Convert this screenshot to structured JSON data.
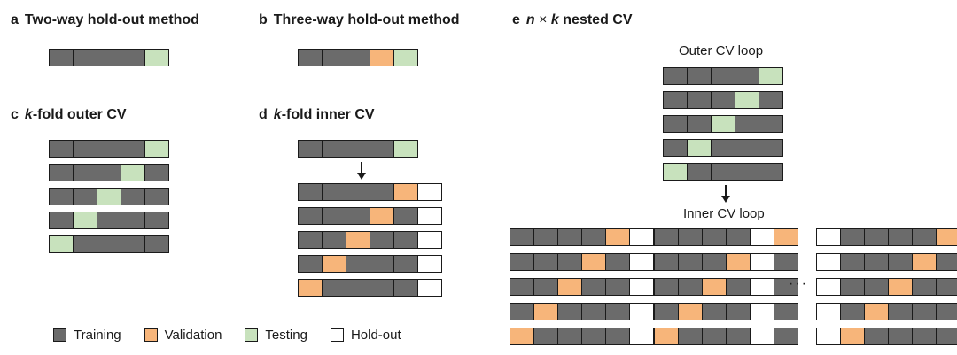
{
  "panels": {
    "a": {
      "letter": "a",
      "title": "Two-way hold-out method"
    },
    "b": {
      "letter": "b",
      "title": "Three-way hold-out method"
    },
    "c": {
      "letter": "c",
      "title_italic": "k",
      "title_rest": "-fold outer CV"
    },
    "d": {
      "letter": "d",
      "title_italic": "k",
      "title_rest": "-fold inner CV"
    },
    "e": {
      "letter": "e",
      "title_n": "n",
      "title_times": " × ",
      "title_k": "k",
      "title_rest": " nested CV",
      "outer_label": "Outer CV loop",
      "inner_label": "Inner CV loop"
    },
    "ellipsis": "···"
  },
  "legend": [
    {
      "key": "t",
      "label": "Training",
      "color": "#6b6b6b"
    },
    {
      "key": "v",
      "label": "Validation",
      "color": "#f7b57a"
    },
    {
      "key": "s",
      "label": "Testing",
      "color": "#c8e2bd"
    },
    {
      "key": "h",
      "label": "Hold-out",
      "color": "#ffffff"
    }
  ],
  "rows": {
    "a": [
      [
        "t",
        "t",
        "t",
        "t",
        "s"
      ]
    ],
    "b": [
      [
        "t",
        "t",
        "t",
        "v",
        "s"
      ]
    ],
    "c": [
      [
        "t",
        "t",
        "t",
        "t",
        "s"
      ],
      [
        "t",
        "t",
        "t",
        "s",
        "t"
      ],
      [
        "t",
        "t",
        "s",
        "t",
        "t"
      ],
      [
        "t",
        "s",
        "t",
        "t",
        "t"
      ],
      [
        "s",
        "t",
        "t",
        "t",
        "t"
      ]
    ],
    "d_top": [
      [
        "t",
        "t",
        "t",
        "t",
        "s"
      ]
    ],
    "d": [
      [
        "t",
        "t",
        "t",
        "t",
        "v",
        "h"
      ],
      [
        "t",
        "t",
        "t",
        "v",
        "t",
        "h"
      ],
      [
        "t",
        "t",
        "v",
        "t",
        "t",
        "h"
      ],
      [
        "t",
        "v",
        "t",
        "t",
        "t",
        "h"
      ],
      [
        "v",
        "t",
        "t",
        "t",
        "t",
        "h"
      ]
    ],
    "e_outer": [
      [
        "t",
        "t",
        "t",
        "t",
        "s"
      ],
      [
        "t",
        "t",
        "t",
        "s",
        "t"
      ],
      [
        "t",
        "t",
        "s",
        "t",
        "t"
      ],
      [
        "t",
        "s",
        "t",
        "t",
        "t"
      ],
      [
        "s",
        "t",
        "t",
        "t",
        "t"
      ]
    ],
    "e_inner1": [
      [
        "t",
        "t",
        "t",
        "t",
        "v",
        "h"
      ],
      [
        "t",
        "t",
        "t",
        "v",
        "t",
        "h"
      ],
      [
        "t",
        "t",
        "v",
        "t",
        "t",
        "h"
      ],
      [
        "t",
        "v",
        "t",
        "t",
        "t",
        "h"
      ],
      [
        "v",
        "t",
        "t",
        "t",
        "t",
        "h"
      ]
    ],
    "e_inner2": [
      [
        "t",
        "t",
        "t",
        "t",
        "h",
        "v"
      ],
      [
        "t",
        "t",
        "t",
        "v",
        "h",
        "t"
      ],
      [
        "t",
        "t",
        "v",
        "t",
        "h",
        "t"
      ],
      [
        "t",
        "v",
        "t",
        "t",
        "h",
        "t"
      ],
      [
        "v",
        "t",
        "t",
        "t",
        "h",
        "t"
      ]
    ],
    "e_inner3": [
      [
        "h",
        "t",
        "t",
        "t",
        "t",
        "v"
      ],
      [
        "h",
        "t",
        "t",
        "t",
        "v",
        "t"
      ],
      [
        "h",
        "t",
        "t",
        "v",
        "t",
        "t"
      ],
      [
        "h",
        "t",
        "v",
        "t",
        "t",
        "t"
      ],
      [
        "h",
        "v",
        "t",
        "t",
        "t",
        "t"
      ]
    ]
  }
}
